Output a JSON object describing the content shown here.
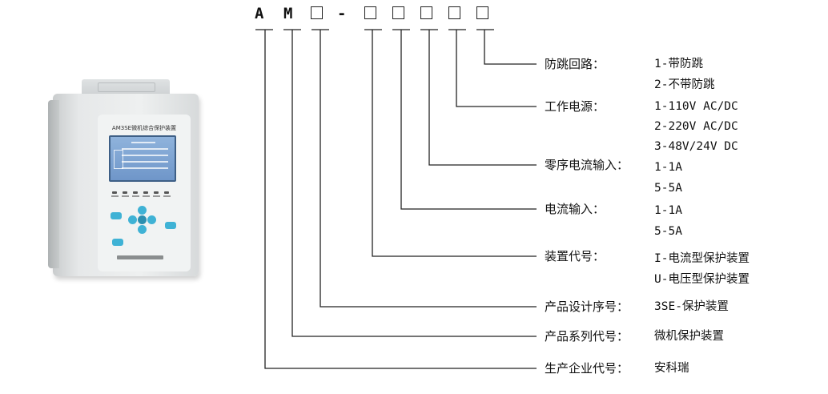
{
  "code": {
    "letters": [
      "A",
      "M"
    ],
    "dash": "-"
  },
  "device": {
    "panel_title": "AM3SE微机综合保护装置"
  },
  "fields": [
    {
      "label": "防跳回路：",
      "values": [
        "1-带防跳",
        "2-不带防跳"
      ]
    },
    {
      "label": "工作电源：",
      "values": [
        "1-110V AC/DC",
        "2-220V AC/DC",
        "3-48V/24V DC"
      ]
    },
    {
      "label": "零序电流输入：",
      "values": [
        "1-1A",
        "5-5A"
      ]
    },
    {
      "label": "电流输入：",
      "values": [
        "1-1A",
        "5-5A"
      ]
    },
    {
      "label": "装置代号：",
      "values": [
        "I-电流型保护装置",
        "U-电压型保护装置"
      ]
    },
    {
      "label": "产品设计序号：",
      "values": [
        "3SE-保护装置"
      ]
    },
    {
      "label": "产品系列代号：",
      "values": [
        "微机保护装置"
      ]
    },
    {
      "label": "生产企业代号：",
      "values": [
        "安科瑞"
      ]
    }
  ]
}
